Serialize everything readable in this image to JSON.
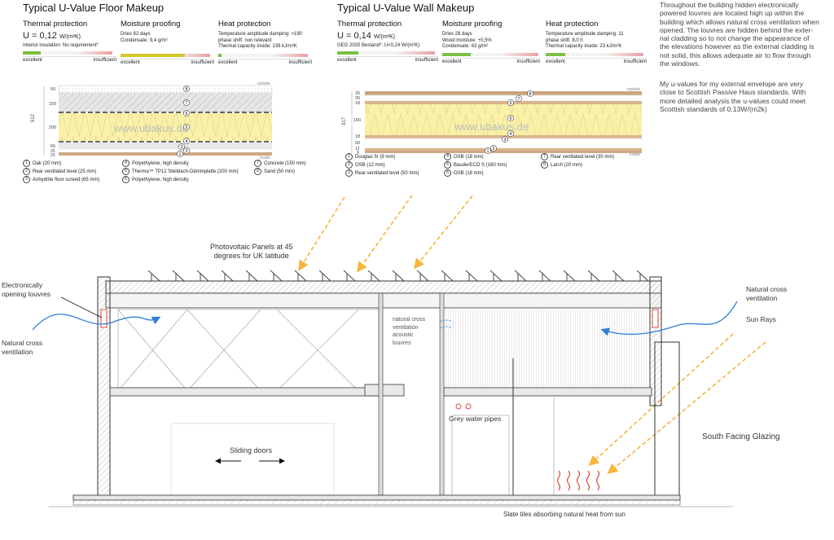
{
  "floor": {
    "title": "Typical U-Value Floor Makeup",
    "thermal": {
      "heading": "Thermal protection",
      "u_value": "U = 0,12",
      "unit": "W/(m²K)",
      "note": "Interior insulation: No requirement*",
      "rating": 0.2
    },
    "moisture": {
      "heading": "Moisture proofing",
      "line1": "Dries 62 days",
      "line2": "Condensate: 9,4 g/m²",
      "rating": 0.72
    },
    "heat": {
      "heading": "Heat protection",
      "line1": "Temperature amplitude damping: >190",
      "line2": "phase shift: non relevant",
      "line3": "Thermal capacity inside: 139 kJ/m²K",
      "rating": 0.04
    },
    "scale_left": "excellent",
    "scale_right": "insufficient",
    "watermark": "www.ubakus.de",
    "outside": "outside",
    "inside": "inside",
    "total": "512",
    "dims": [
      "50",
      "150",
      "200",
      "65",
      "25",
      "20"
    ],
    "layer_markers": [
      "8",
      "7",
      "6",
      "5",
      "4",
      "3",
      "2",
      "1"
    ],
    "legend": [
      {
        "n": "1",
        "t": "Oak (20 mm)"
      },
      {
        "n": "2",
        "t": "Rear ventilated level (25 mm)"
      },
      {
        "n": "3",
        "t": "Anhydrite floor screed (65 mm)"
      },
      {
        "n": "4",
        "t": "Polyethylene, high density"
      },
      {
        "n": "5",
        "t": "Therma™ TP12 Steildach-Dämmplatte (200 mm)"
      },
      {
        "n": "6",
        "t": "Polyethylene, high density"
      },
      {
        "n": "7",
        "t": "Concrete (150 mm)"
      },
      {
        "n": "8",
        "t": "Sand (50 mm)"
      }
    ]
  },
  "wall": {
    "title": "Typical U-Value Wall Makeup",
    "thermal": {
      "heading": "Thermal protection",
      "u_value": "U = 0,14",
      "unit": "W/(m²K)",
      "note": "GEG 2020 Bestand*: U<0,24 W/(m²K)",
      "rating": 0.22
    },
    "moisture": {
      "heading": "Moisture proofing",
      "line1": "Dries 28 days",
      "line2": "Wood moisture: +0,5%",
      "line3": "Condensate: 63 g/m²",
      "rating": 0.3
    },
    "heat": {
      "heading": "Heat protection",
      "line1": "Temperature amplitude damping: 11",
      "line2": "phase shift: 8,0 h",
      "line3": "Thermal capacity inside: 23 kJ/m²K",
      "rating": 0.2
    },
    "scale_left": "excellent",
    "scale_right": "insufficient",
    "watermark": "www.ubakus.de",
    "outside": "outside",
    "inside": "inside",
    "total": "317",
    "dims": [
      "20",
      "30",
      "18",
      "160",
      "18",
      "50",
      "12",
      "9"
    ],
    "layer_markers": [
      "8",
      "7",
      "6",
      "5",
      "4",
      "3",
      "2",
      "1"
    ],
    "legend": [
      {
        "n": "1",
        "t": "Douglas fir (9 mm)"
      },
      {
        "n": "2",
        "t": "OSB (12 mm)"
      },
      {
        "n": "3",
        "t": "Rear ventilated level (50 mm)"
      },
      {
        "n": "4",
        "t": "OSB (18 mm)"
      },
      {
        "n": "5",
        "t": "BauderECO S (160 mm)"
      },
      {
        "n": "6",
        "t": "OSB (18 mm)"
      },
      {
        "n": "7",
        "t": "Rear ventilated level (30 mm)"
      },
      {
        "n": "8",
        "t": "Larch (20 mm)"
      }
    ]
  },
  "notes": {
    "p1": [
      "Throughout the building hidden electronically",
      "powered louvres are located high up within the",
      "building which allows natural cross ventilation when",
      "opened. The louvres are hidden behind the exter-",
      "nal cladding so to not change the appearance of",
      "the elevations however as the external cladding is",
      "not solid, this allows adequate air to flow through",
      "the windows."
    ],
    "p2": [
      "My u-values for my external envelope are very",
      "close to Scottish Passive Haus standards. With",
      "more detailed analysis the u-values could meet",
      "Scottish standards of 0.13W/(m2k)"
    ]
  },
  "section": {
    "pv_label": [
      "Photovoltaic Panels at 45",
      "degrees for UK latitude"
    ],
    "louvres_label": [
      "Electronically",
      "opening louvres"
    ],
    "cross_left": [
      "Natural cross",
      "ventilation"
    ],
    "cross_right": [
      "Natural cross",
      "ventilation"
    ],
    "sun_rays": "Sun Rays",
    "acoustic": [
      "natural cross",
      "ventilation",
      "acoustic",
      "louvres"
    ],
    "pipes": "Grey water pipes",
    "sliding": "Sliding doors",
    "glazing": "South Facing Glazing",
    "slate": "Slate tiles absorbing natural heat from sun"
  },
  "colors": {
    "good": "#7cc043",
    "moisture_bar": "#d4c62c",
    "bad": "#e9a0a0",
    "insulation": "#faf1a6",
    "timber": "#cfa982",
    "concrete": "#d7d7d7",
    "sun": "#f6b53c",
    "air": "#2f7fd7",
    "heat": "#e0473a"
  }
}
